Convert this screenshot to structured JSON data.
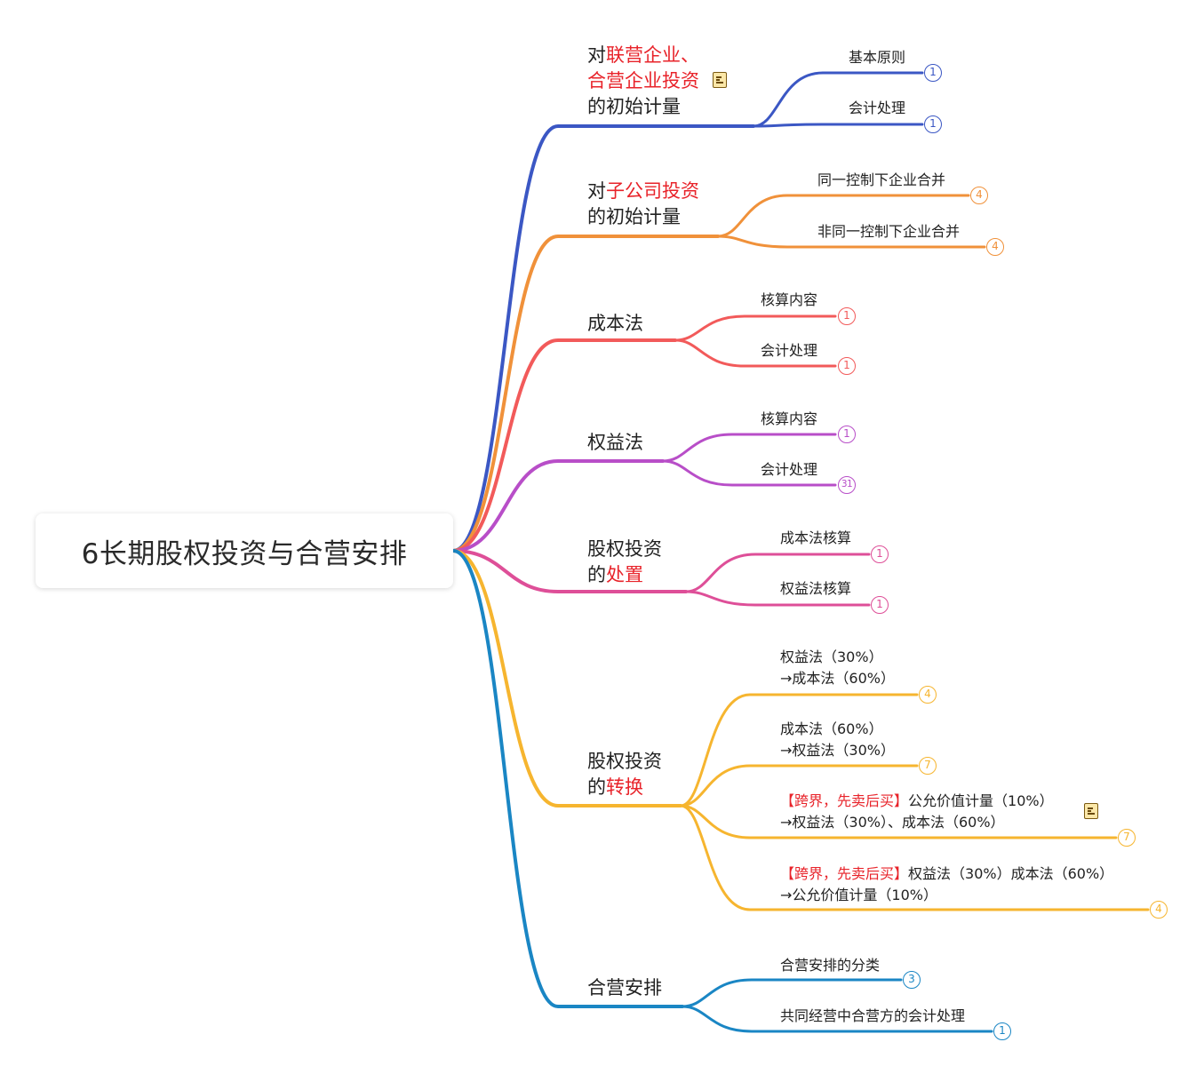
{
  "root": {
    "title": "6长期股权投资与合营安排"
  },
  "branches": [
    {
      "color": "#3b57c4",
      "topic": [
        [
          "对",
          ""
        ],
        [
          "联营企业、",
          "hl"
        ],
        [
          "\n",
          ""
        ],
        [
          "合营企业投资",
          "hl"
        ],
        [
          "\n",
          ""
        ],
        [
          "的初始计量",
          ""
        ]
      ],
      "has_note": true,
      "children": [
        {
          "label": "基本原则",
          "count": "1"
        },
        {
          "label": "会计处理",
          "count": "1"
        }
      ]
    },
    {
      "color": "#f0913a",
      "topic": [
        [
          "对",
          ""
        ],
        [
          "子公司投资",
          "hl"
        ],
        [
          "\n",
          ""
        ],
        [
          "的初始计量",
          ""
        ]
      ],
      "children": [
        {
          "label": "同一控制下企业合并",
          "count": "4"
        },
        {
          "label": "非同一控制下企业合并",
          "count": "4"
        }
      ]
    },
    {
      "color": "#f25a5a",
      "topic": [
        [
          "成本法",
          ""
        ]
      ],
      "children": [
        {
          "label": "核算内容",
          "count": "1"
        },
        {
          "label": "会计处理",
          "count": "1"
        }
      ]
    },
    {
      "color": "#b84ec8",
      "topic": [
        [
          "权益法",
          ""
        ]
      ],
      "children": [
        {
          "label": "核算内容",
          "count": "1"
        },
        {
          "label": "会计处理",
          "count": "31"
        }
      ]
    },
    {
      "color": "#de4f98",
      "topic": [
        [
          "股权投资",
          ""
        ],
        [
          "\n",
          ""
        ],
        [
          "的",
          ""
        ],
        [
          "处置",
          "hl"
        ]
      ],
      "children": [
        {
          "label": "成本法核算",
          "count": "1"
        },
        {
          "label": "权益法核算",
          "count": "1"
        }
      ]
    },
    {
      "color": "#f6b52f",
      "topic": [
        [
          "股权投资",
          ""
        ],
        [
          "\n",
          ""
        ],
        [
          "的",
          ""
        ],
        [
          "转换",
          "hl"
        ]
      ],
      "children": [
        {
          "label_lines": [
            [
              [
                "权益法（30%）",
                ""
              ]
            ],
            [
              [
                "→成本法（60%）",
                ""
              ]
            ]
          ],
          "count": "4"
        },
        {
          "label_lines": [
            [
              [
                "成本法（60%）",
                ""
              ]
            ],
            [
              [
                "→权益法（30%）",
                ""
              ]
            ]
          ],
          "count": "7"
        },
        {
          "label_lines": [
            [
              [
                "【跨界，先卖后买】",
                "hl"
              ],
              [
                "公允价值计量（10%）",
                ""
              ]
            ],
            [
              [
                "→权益法（30%）、成本法（60%）",
                ""
              ]
            ]
          ],
          "count": "7",
          "has_note": true
        },
        {
          "label_lines": [
            [
              [
                "【跨界，先卖后买】",
                "hl"
              ],
              [
                "权益法（30%）成本法（60%）",
                ""
              ]
            ],
            [
              [
                "→公允价值计量（10%）",
                ""
              ]
            ]
          ],
          "count": "4"
        }
      ]
    },
    {
      "color": "#1a86c4",
      "topic": [
        [
          "合营安排",
          ""
        ]
      ],
      "children": [
        {
          "label": "合营安排的分类",
          "count": "3"
        },
        {
          "label": "共同经营中合营方的会计处理",
          "count": "1"
        }
      ]
    }
  ]
}
